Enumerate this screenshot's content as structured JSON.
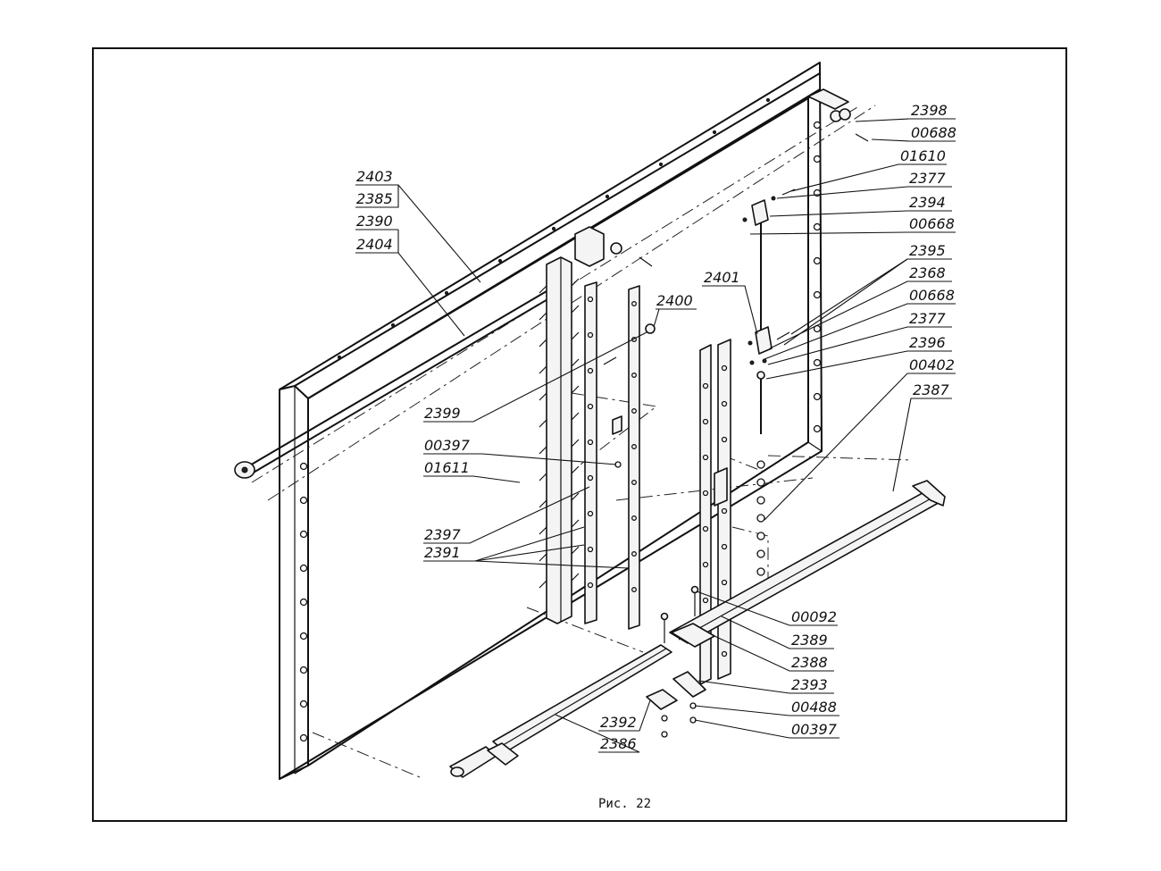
{
  "figure": {
    "caption": "Рис. 22"
  },
  "labels": [
    {
      "id": "2403",
      "text": "2403"
    },
    {
      "id": "2385",
      "text": "2385"
    },
    {
      "id": "2390",
      "text": "2390"
    },
    {
      "id": "2404",
      "text": "2404"
    },
    {
      "id": "2400",
      "text": "2400"
    },
    {
      "id": "2399",
      "text": "2399"
    },
    {
      "id": "00397a",
      "text": "00397"
    },
    {
      "id": "01611",
      "text": "01611"
    },
    {
      "id": "2397",
      "text": "2397"
    },
    {
      "id": "2391",
      "text": "2391"
    },
    {
      "id": "2398",
      "text": "2398"
    },
    {
      "id": "00688",
      "text": "00688"
    },
    {
      "id": "01610",
      "text": "01610"
    },
    {
      "id": "2377a",
      "text": "2377"
    },
    {
      "id": "2394",
      "text": "2394"
    },
    {
      "id": "00668a",
      "text": "00668"
    },
    {
      "id": "2395",
      "text": "2395"
    },
    {
      "id": "2401",
      "text": "2401"
    },
    {
      "id": "2368",
      "text": "2368"
    },
    {
      "id": "00668b",
      "text": "00668"
    },
    {
      "id": "2377b",
      "text": "2377"
    },
    {
      "id": "2396",
      "text": "2396"
    },
    {
      "id": "00402",
      "text": "00402"
    },
    {
      "id": "2387",
      "text": "2387"
    },
    {
      "id": "00092",
      "text": "00092"
    },
    {
      "id": "2389",
      "text": "2389"
    },
    {
      "id": "2388",
      "text": "2388"
    },
    {
      "id": "2393",
      "text": "2393"
    },
    {
      "id": "00488",
      "text": "00488"
    },
    {
      "id": "00397b",
      "text": "00397"
    },
    {
      "id": "2392",
      "text": "2392"
    },
    {
      "id": "2386",
      "text": "2386"
    }
  ]
}
